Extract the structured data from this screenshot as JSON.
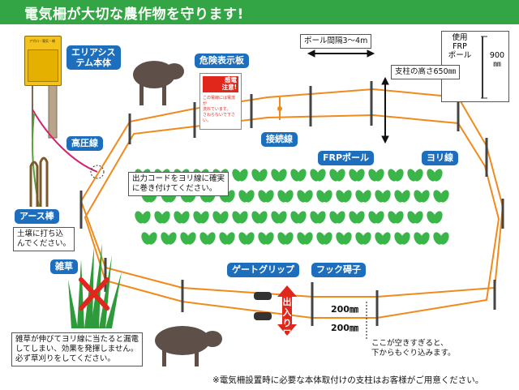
{
  "header": {
    "title": "電気柵が大切な農作物を守ります!"
  },
  "labels": {
    "energizer": "エリアシス\nテム本体",
    "high_voltage": "高圧線",
    "earth_rod": "アース棒",
    "weeds": "雑草",
    "warning_sign": "危険表示板",
    "connector": "接続線",
    "frp_pole": "FRPポール",
    "strand": "ヨリ線",
    "gate_grip": "ゲートグリップ",
    "hook_insulator": "フック碍子",
    "exit": "出\n入\nり\n口"
  },
  "notes": {
    "earth_rod": "土壌に打ち込\nんでください。",
    "output_cord": "出力コードをヨリ線に確実\nに巻き付けてください。",
    "weeds": "雑草が伸びてヨリ線に当たると漏電\nしてしまい、効果を発揮しません。\n必ず草刈りをしてください。",
    "gap": "ここが空きすぎると、\n下からもぐり込みます。"
  },
  "dimensions": {
    "pole_spacing": "ポール間隔3～4m",
    "post_height": "支柱の高さ650㎜",
    "wire_height_top": "200㎜",
    "wire_height_bottom": "200㎜"
  },
  "pole_box": {
    "label": "使用\nFRP\nポール",
    "height": "900\n㎜"
  },
  "sign": {
    "head": "感電\n注意!",
    "body": "この電線には電流が\n流れています。\nさわらないで下さい。"
  },
  "energizer_face": "アポロ・電気・柵",
  "footnote": "※電気柵設置時に必要な本体取付けの支柱はお客様がご用意ください。",
  "colors": {
    "header": "#34a544",
    "wire": "#f08a1c",
    "tag": "#1d6fbd",
    "warning": "#e1261c",
    "crop": "#3bb54a"
  }
}
